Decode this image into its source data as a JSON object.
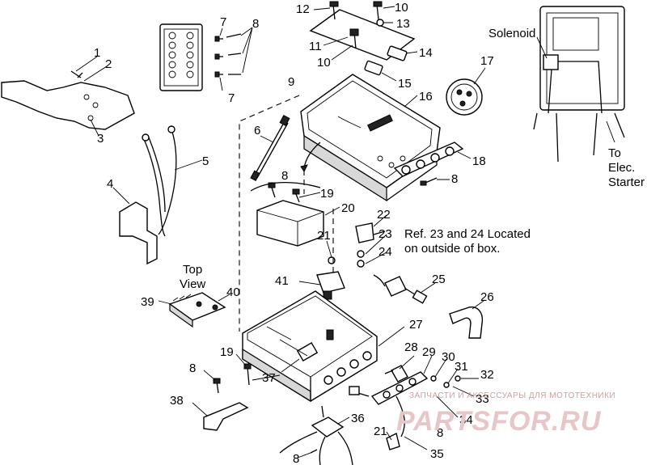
{
  "callouts": {
    "c1": "1",
    "c2": "2",
    "c3": "3",
    "c4": "4",
    "c5": "5",
    "c6": "6",
    "c7a": "7",
    "c7b": "7",
    "c8a": "8",
    "c8b": "8",
    "c8c": "8",
    "c8d": "8",
    "c8e": "8",
    "c8f": "8",
    "c9": "9",
    "c10a": "10",
    "c10b": "10",
    "c11": "11",
    "c12": "12",
    "c13": "13",
    "c14": "14",
    "c15": "15",
    "c16": "16",
    "c17": "17",
    "c18": "18",
    "c19a": "19",
    "c19b": "19",
    "c20": "20",
    "c21a": "21",
    "c21b": "21",
    "c22": "22",
    "c23": "23",
    "c24": "24",
    "c25": "25",
    "c26": "26",
    "c27": "27",
    "c28": "28",
    "c29": "29",
    "c30": "30",
    "c31": "31",
    "c32": "32",
    "c33": "33",
    "c34": "34",
    "c35": "35",
    "c36": "36",
    "c37": "37",
    "c38": "38",
    "c39": "39",
    "c40": "40",
    "c41": "41"
  },
  "labels": {
    "solenoid": "Solenoid",
    "to_elec_starter_line1": "To",
    "to_elec_starter_line2": "Elec.",
    "to_elec_starter_line3": "Starter",
    "top_view_line1": "Top",
    "top_view_line2": "View",
    "ref_note_line1": "Ref. 23 and 24 Located",
    "ref_note_line2": "on outside of box."
  },
  "watermark": {
    "tagline": "ЗАПЧАСТИ И АКСЕССУАРЫ ДЛЯ МОТОТЕХНИКИ",
    "brand": "PARTSFOR.RU"
  }
}
